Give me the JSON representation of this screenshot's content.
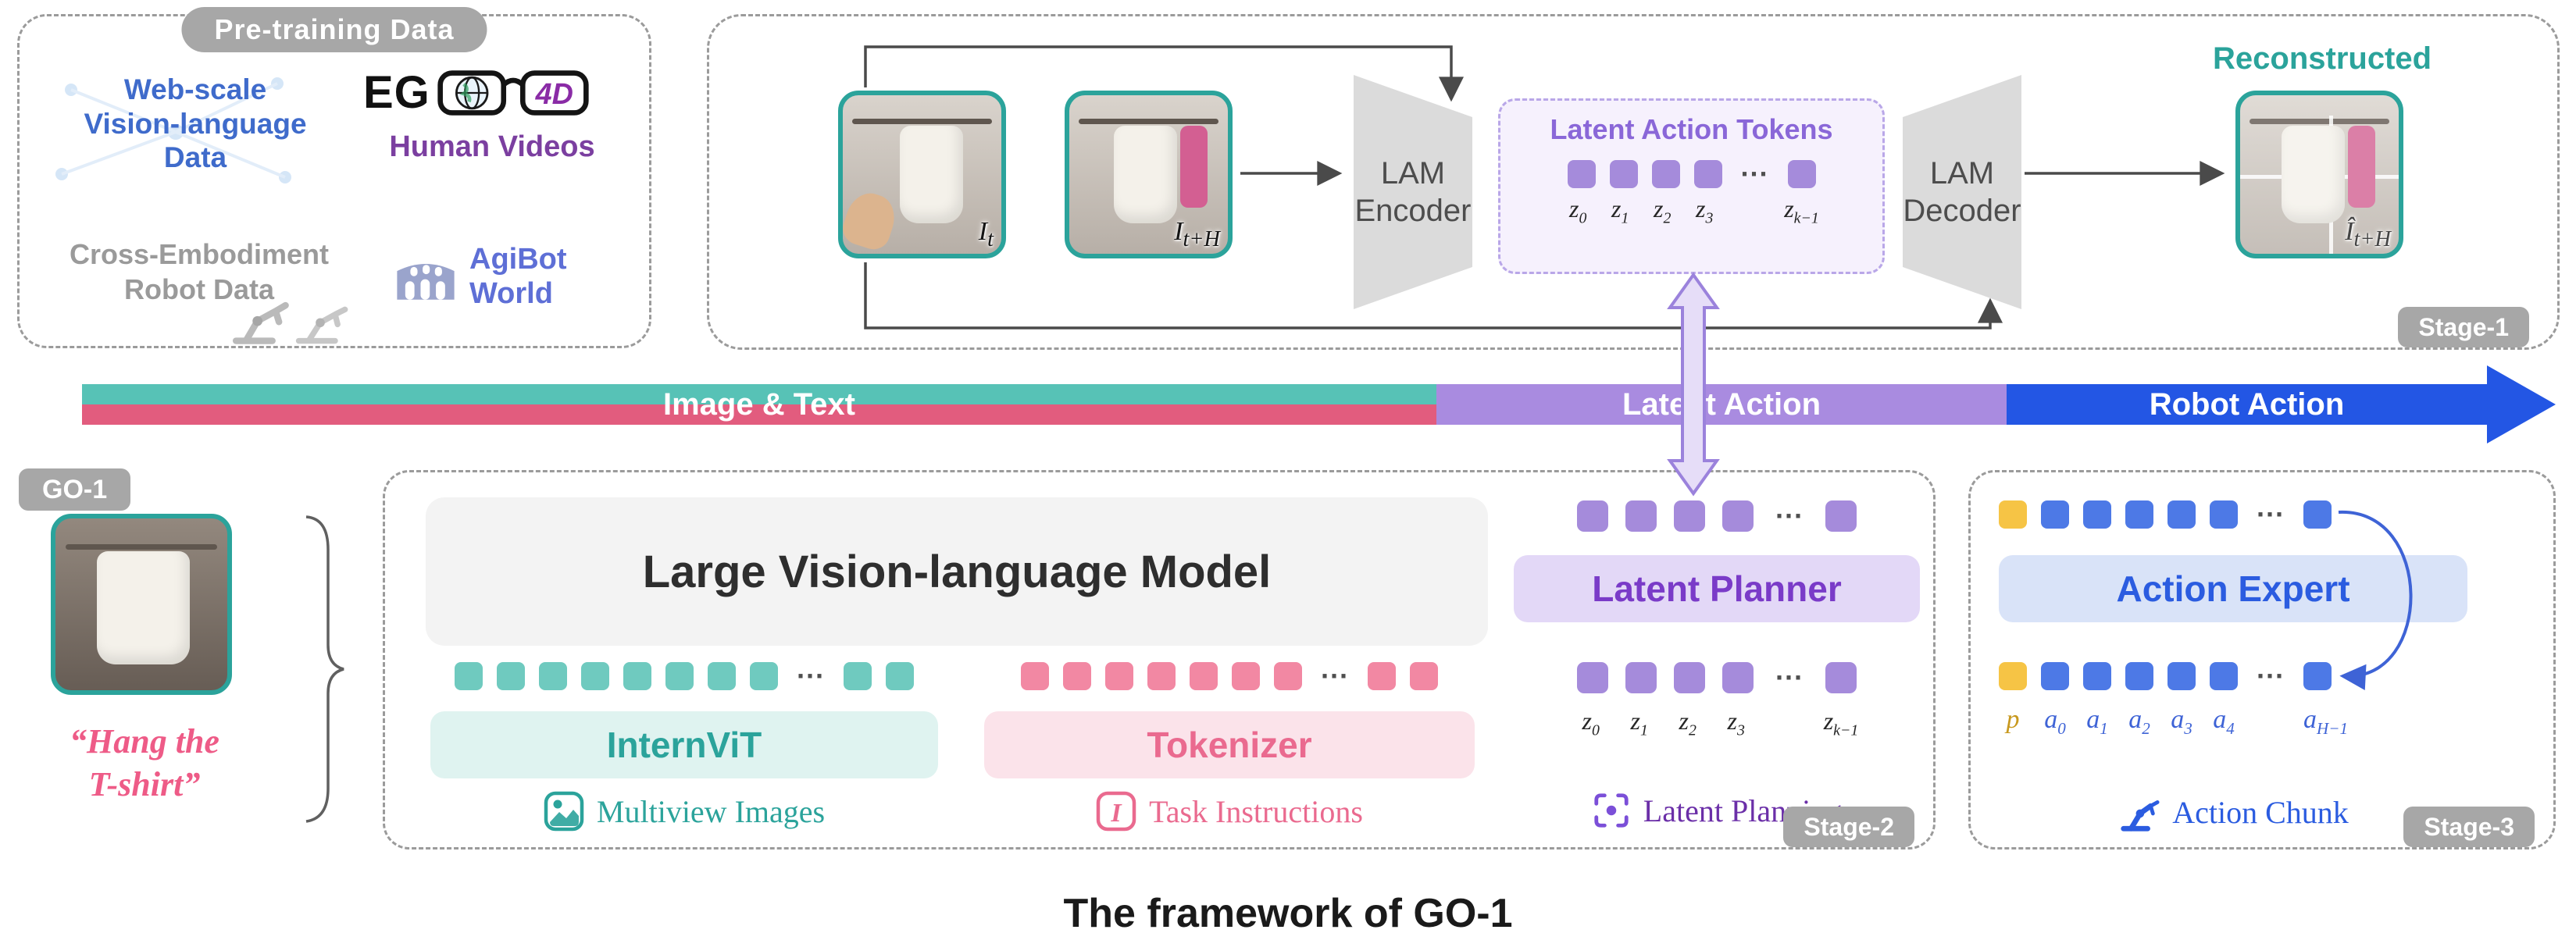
{
  "caption": "The framework of GO-1",
  "pretraining": {
    "title": "Pre-training Data",
    "web_data": "Web-scale\nVision-language\nData",
    "ego_left": "EG",
    "ego_right": "4D",
    "human_videos": "Human Videos",
    "cross_embodiment": "Cross-Embodiment\nRobot Data",
    "agibot": "AgiBot\nWorld"
  },
  "stage1": {
    "badge": "Stage-1",
    "encoder_label": "LAM\nEncoder",
    "decoder_label": "LAM\nDecoder",
    "latent_tokens_title": "Latent Action Tokens",
    "token_row": [
      "purple",
      "purple",
      "purple",
      "purple",
      "dots",
      "purple"
    ],
    "token_labels": [
      "z_0",
      "z_1",
      "z_2",
      "z_3",
      "",
      "z_k−1"
    ],
    "frame_t_label": "I_t",
    "frame_th_label": "I_t+H",
    "recon_caption": "Reconstructed",
    "recon_label": "Î_t+H"
  },
  "flowbar": {
    "image_text": "Image & Text",
    "latent_action": "Latent Action",
    "robot_action": "Robot Action"
  },
  "go1": {
    "badge": "GO-1",
    "instruction": "“Hang the\nT-shirt”"
  },
  "stage2": {
    "badge": "Stage-2",
    "lvlm_label": "Large Vision-language Model",
    "internvit_label": "InternViT",
    "tokenizer_label": "Tokenizer",
    "vision_token_row": [
      "teal",
      "teal",
      "teal",
      "teal",
      "teal",
      "teal",
      "teal",
      "teal",
      "dots",
      "teal",
      "teal"
    ],
    "text_token_row": [
      "pink",
      "pink",
      "pink",
      "pink",
      "pink",
      "pink",
      "pink",
      "dots",
      "pink",
      "pink"
    ],
    "multiview_label": "Multiview Images",
    "task_label": "Task Instructions",
    "planner_label": "Latent Planner",
    "latent_token_row": [
      "purple",
      "purple",
      "purple",
      "purple",
      "dots",
      "purple"
    ],
    "latent_token_labels": [
      "z_0",
      "z_1",
      "z_2",
      "z_3",
      "",
      "z_k−1"
    ],
    "latent_planning_label": "Latent Planning"
  },
  "stage3": {
    "badge": "Stage-3",
    "expert_label": "Action Expert",
    "token_row": [
      "yellow",
      "blue",
      "blue",
      "blue",
      "blue",
      "blue",
      "dots",
      "blue"
    ],
    "token_labels": [
      "p",
      "a_0",
      "a_1",
      "a_2",
      "a_3",
      "a_4",
      "",
      "a_H−1"
    ],
    "action_chunk_label": "Action Chunk"
  }
}
